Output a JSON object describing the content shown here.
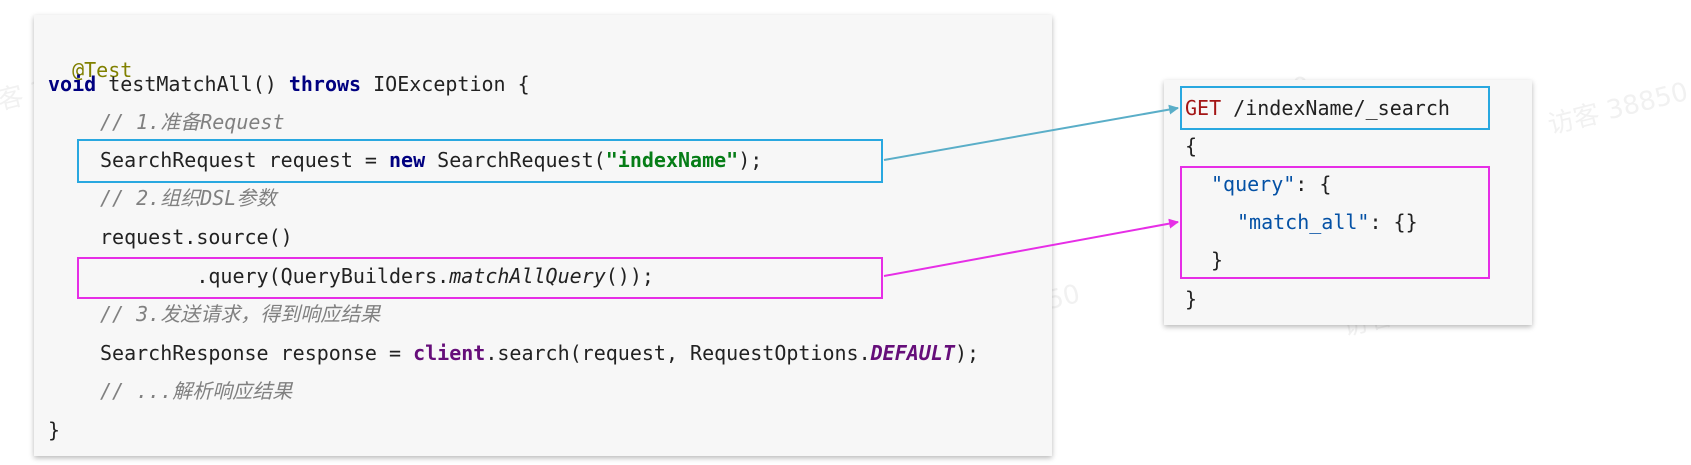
{
  "java_code": {
    "annotation": "@Test",
    "method_void": "void",
    "method_name": " testMatchAll() ",
    "method_throws": "throws",
    "method_exception": " IOException {",
    "comment_1": "// 1.准备Request",
    "request_type": "SearchRequest request = ",
    "request_new": "new",
    "request_ctor": " SearchRequest(",
    "request_index": "\"indexName\"",
    "request_end": ");",
    "comment_2": "// 2.组织DSL参数",
    "source_call": "request.source()",
    "query_prefix": "        .query(QueryBuilders.",
    "query_method": "matchAllQuery",
    "query_end": "());",
    "comment_3": "// 3.发送请求，得到响应结果",
    "response_decl": "SearchResponse response = ",
    "response_client": "client",
    "response_search": ".search(request, RequestOptions.",
    "response_default": "DEFAULT",
    "response_end": ");",
    "comment_4": "// ...解析响应结果",
    "closing_brace": "}"
  },
  "dsl": {
    "verb": "GET",
    "path": " /indexName/_search",
    "open_brace": "{",
    "query_key": "\"query\"",
    "query_open": ": {",
    "match_all_key": "\"match_all\"",
    "match_all_value": ": {}",
    "inner_close": "}",
    "outer_close": "}"
  },
  "watermark_text": "访客 38850",
  "colors": {
    "request_highlight": "#29a8e0",
    "query_highlight": "#e62ee6",
    "arrow_request": "#5aaec8",
    "arrow_query": "#e62ee6"
  }
}
